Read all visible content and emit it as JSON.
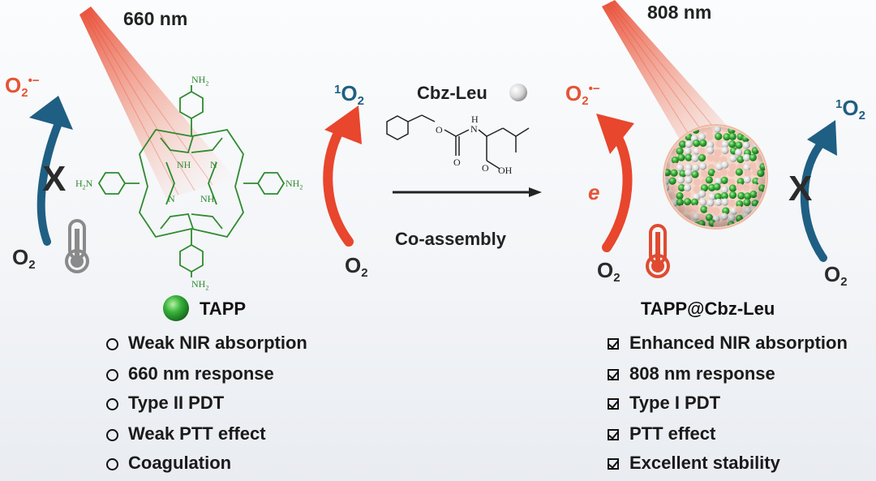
{
  "left": {
    "wavelength": "660 nm",
    "superoxide_label": "O2•−",
    "singlet_oxygen_label": "1O2",
    "o2_source_label": "O2",
    "o2_source_label_right": "O2",
    "blocked_mark": "X",
    "molecule_name": "TAPP",
    "amine_label": "NH2",
    "ring_nh_label": "NH",
    "ring_n_label": "N",
    "features": [
      "Weak NIR absorption",
      "660 nm response",
      "Type II PDT",
      "Weak PTT effect",
      "Coagulation"
    ]
  },
  "middle": {
    "reagent": "Cbz-Leu",
    "process": "Co-assembly",
    "struct_labels": {
      "o_ether": "O",
      "o_carbonyl": "O",
      "nh": "N",
      "h": "H",
      "oh": "OH",
      "o_acid": "O"
    }
  },
  "right": {
    "wavelength": "808 nm",
    "superoxide_label": "O2•−",
    "singlet_oxygen_label": "1O2",
    "electron_label": "e",
    "o2_source_label_left": "O2",
    "o2_source_label_right": "O2",
    "blocked_mark": "X",
    "assembly_name": "TAPP@Cbz-Leu",
    "features": [
      "Enhanced NIR absorption",
      "808 nm response",
      "Type I PDT",
      "PTT effect",
      "Excellent stability"
    ]
  },
  "colors": {
    "beam": "#e8462d",
    "singlet_arrow": "#1f5f83",
    "radical_text": "#e65336",
    "porphyrin": "#2e8b2e",
    "thermometer_warm": "#e14a30",
    "thermometer_cold": "#8a8a8a"
  },
  "icons": [
    "light-beam-icon",
    "curved-arrow-icon",
    "thermometer-icon",
    "green-sphere-icon",
    "white-sphere-icon",
    "nanoparticle-icon",
    "circle-bullet-icon",
    "checkbox-icon"
  ]
}
